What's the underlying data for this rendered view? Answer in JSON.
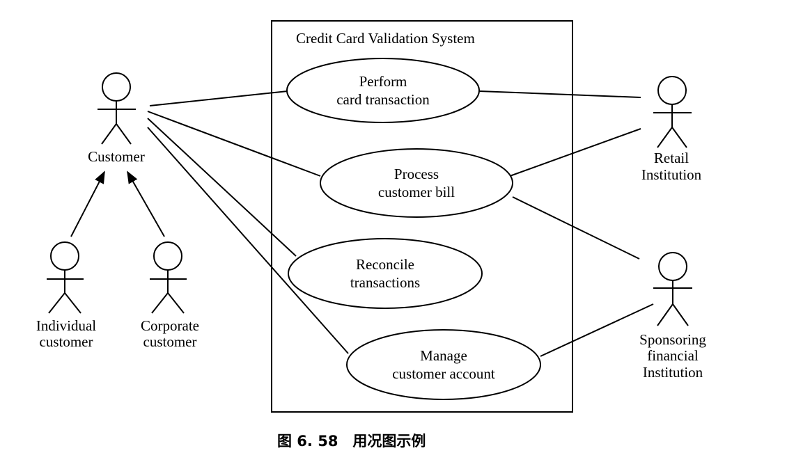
{
  "system": {
    "title": "Credit Card Validation System"
  },
  "actors": {
    "customer": "Customer",
    "individual": [
      "Individual",
      "customer"
    ],
    "corporate": [
      "Corporate",
      "customer"
    ],
    "retail": [
      "Retail",
      "Institution"
    ],
    "sponsoring": [
      "Sponsoring",
      "financial",
      "Institution"
    ]
  },
  "use_cases": {
    "perform": [
      "Perform",
      "card transaction"
    ],
    "process": [
      "Process",
      "customer bill"
    ],
    "reconcile": [
      "Reconcile",
      "transactions"
    ],
    "manage": [
      "Manage",
      "customer account"
    ]
  },
  "caption": "图 6. 58　用况图示例"
}
